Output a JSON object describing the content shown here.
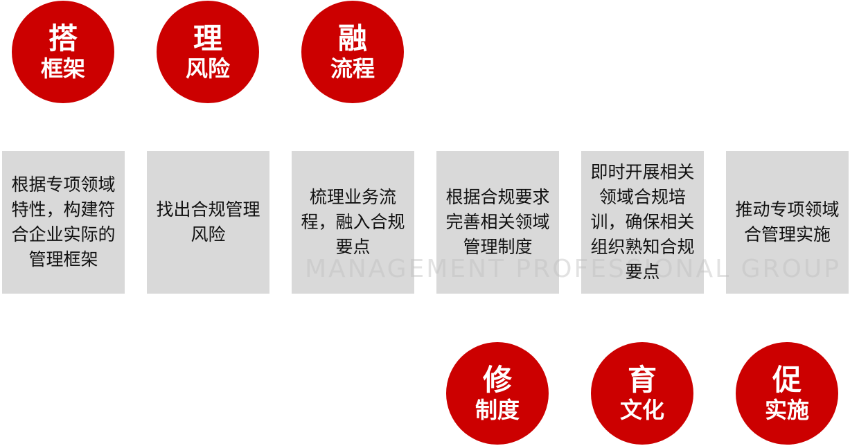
{
  "top_circles": [
    {
      "char": "搭",
      "label": "框架"
    },
    {
      "char": "理",
      "label": "风险"
    },
    {
      "char": "融",
      "label": "流程"
    }
  ],
  "bottom_circles": [
    {
      "char": "修",
      "label": "制度"
    },
    {
      "char": "育",
      "label": "文化"
    },
    {
      "char": "促",
      "label": "实施"
    }
  ],
  "boxes": [
    "根据专项领域特性，构建符合企业实际的管理框架",
    "找出合规管理风险",
    "梳理业务流程，融入合规要点",
    "根据合规要求完善相关领域管理制度",
    "即时开展相关领域合规培训，确保相关组织熟知合规要点",
    "推动专项领域合管理实施"
  ],
  "watermark": "MANAGEMENT PROFESSIONAL GROUP",
  "colors": {
    "circle": "#cc0000",
    "box": "#d9d9d9"
  }
}
